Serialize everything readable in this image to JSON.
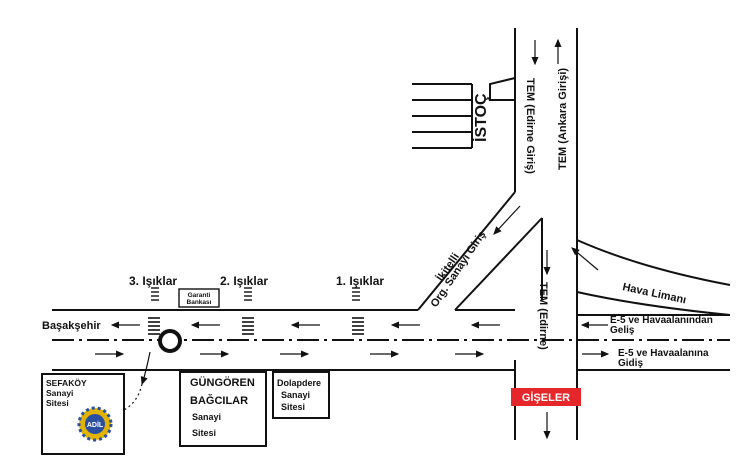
{
  "labels": {
    "istoc": "İSTOÇ",
    "tem_edirne_giris": "TEM (Edirne Giriş)",
    "tem_ankara_giris": "TEM (Ankara Girişi)",
    "tem_edirne": "TEM (Edirne)",
    "ikitelli_1": "İkitelli",
    "ikitelli_2": "Org. Sanayi Giriş",
    "hava_limani": "Hava Limanı",
    "isiklar_1": "1. Işıklar",
    "isiklar_2": "2. Işıklar",
    "isiklar_3": "3. Işıklar",
    "garanti_1": "Garanti",
    "garanti_2": "Bankası",
    "basaksehir": "Başakşehir",
    "e5_gelis_1": "E-5 ve Havaalanından",
    "e5_gelis_2": "Geliş",
    "e5_gidis_1": "E-5 ve Havaalanına",
    "e5_gidis_2": "Gidiş",
    "sefakoy_1": "SEFAKÖY",
    "sefakoy_2": "Sanayi",
    "sefakoy_3": "Sitesi",
    "logo": "ADİL",
    "gungoren_1": "GÜNGÖREN",
    "gungoren_2": "BAĞCILAR",
    "gungoren_3": "Sanayi",
    "gungoren_4": "Sitesi",
    "dolapdere_1": "Dolapdere",
    "dolapdere_2": "Sanayi",
    "dolapdere_3": "Sitesi",
    "giseler": "GİŞELER"
  },
  "colors": {
    "ink": "#111111",
    "toll_booth": "#e5262a",
    "logo_ring": "#e0b400",
    "logo_center": "#2a4fa0"
  }
}
